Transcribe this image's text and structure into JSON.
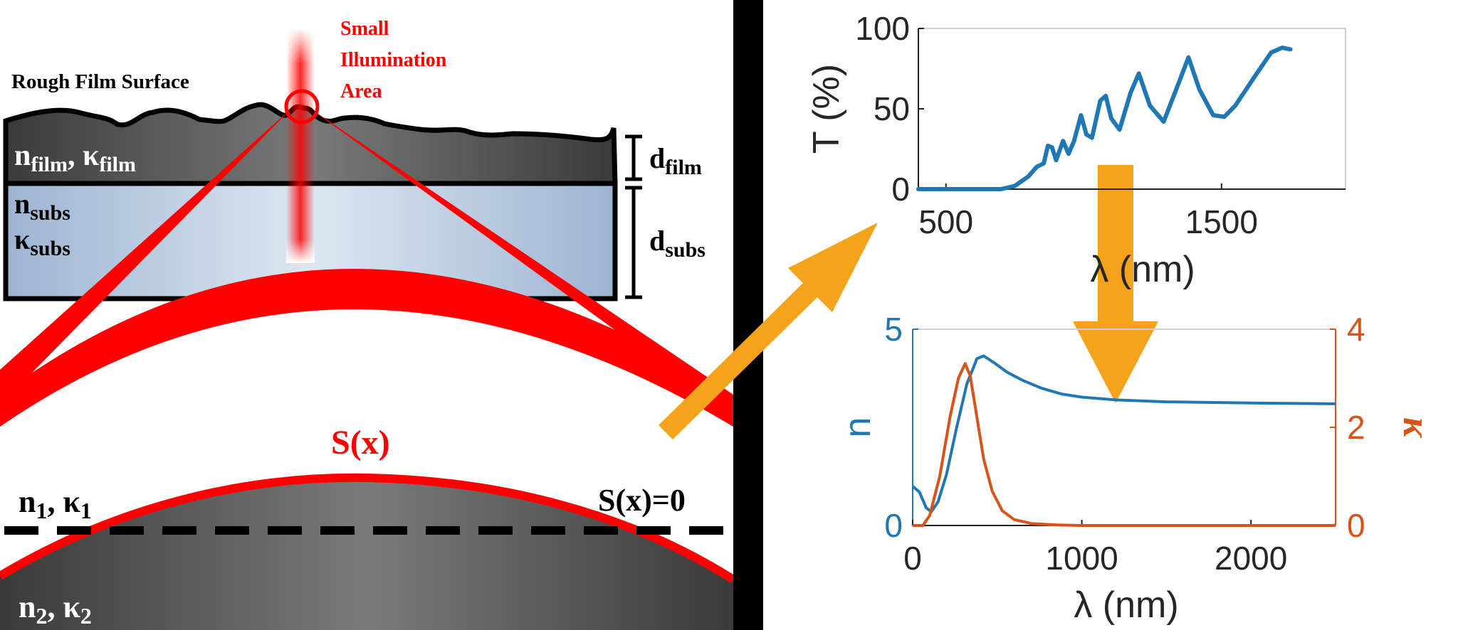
{
  "left_panel": {
    "rough_surface_label": "Rough Film Surface",
    "illumination_label_lines": [
      "Small",
      "Illumination",
      "Area"
    ],
    "film": {
      "n": "n",
      "n_sub": "film",
      "comma": ", ",
      "k": "κ",
      "k_sub": "film"
    },
    "subs": {
      "n": "n",
      "n_sub": "subs",
      "k": "κ",
      "k_sub": "subs"
    },
    "d_film": {
      "d": "d",
      "sub": "film"
    },
    "d_subs": {
      "d": "d",
      "sub": "subs"
    },
    "s_of_x": "S(x)",
    "s_zero": "S(x)=0",
    "medium1": {
      "n": "n",
      "n_sub": "1",
      "comma": ", ",
      "k": "κ",
      "k_sub": "1"
    },
    "medium2": {
      "n": "n",
      "n_sub": "2",
      "comma": ", ",
      "k": "κ",
      "k_sub": "2"
    }
  },
  "colors": {
    "red": "#ff0000",
    "orange_arrow": "#f5a31a",
    "blue_series": "#1f77b4",
    "orange_series": "#d95319",
    "film_gray": "#4a4a4a",
    "substrate_blue": "#a9bfda",
    "divider": "#000000"
  },
  "chart_data": [
    {
      "type": "line",
      "title": "",
      "xlabel": "λ (nm)",
      "ylabel": "T (%)",
      "xlim": [
        400,
        1950
      ],
      "ylim": [
        0,
        100
      ],
      "xticks": [
        "500",
        "1500"
      ],
      "xtick_values": [
        500,
        1500
      ],
      "yticks": [
        "0",
        "50",
        "100"
      ],
      "ytick_values": [
        0,
        50,
        100
      ],
      "series": [
        {
          "color": "#1f77b4",
          "points": [
            [
              400,
              0
            ],
            [
              600,
              0
            ],
            [
              700,
              0
            ],
            [
              750,
              2
            ],
            [
              800,
              8
            ],
            [
              830,
              14
            ],
            [
              855,
              16
            ],
            [
              870,
              27
            ],
            [
              885,
              26
            ],
            [
              900,
              18
            ],
            [
              925,
              30
            ],
            [
              945,
              22
            ],
            [
              965,
              30
            ],
            [
              990,
              46
            ],
            [
              1010,
              34
            ],
            [
              1030,
              32
            ],
            [
              1060,
              55
            ],
            [
              1080,
              58
            ],
            [
              1100,
              44
            ],
            [
              1130,
              37
            ],
            [
              1170,
              60
            ],
            [
              1200,
              72
            ],
            [
              1240,
              52
            ],
            [
              1290,
              42
            ],
            [
              1340,
              64
            ],
            [
              1380,
              82
            ],
            [
              1420,
              62
            ],
            [
              1470,
              46
            ],
            [
              1510,
              45
            ],
            [
              1550,
              52
            ],
            [
              1620,
              70
            ],
            [
              1680,
              85
            ],
            [
              1720,
              88
            ],
            [
              1750,
              87
            ]
          ]
        }
      ]
    },
    {
      "type": "line",
      "title": "",
      "xlabel": "λ (nm)",
      "ylabel": "n",
      "ylabel_right": "κ",
      "xlim": [
        0,
        2500
      ],
      "ylim": [
        0,
        5
      ],
      "ylim_right": [
        0,
        4
      ],
      "xticks": [
        "0",
        "1000",
        "2000"
      ],
      "xtick_values": [
        0,
        1000,
        2000
      ],
      "yticks": [
        "0",
        "5"
      ],
      "ytick_values": [
        0,
        5
      ],
      "yticks_right": [
        "0",
        "2",
        "4"
      ],
      "ytick_values_right": [
        0,
        2,
        4
      ],
      "series": [
        {
          "axis": "left",
          "color": "#1f77b4",
          "points": [
            [
              0,
              1.0
            ],
            [
              40,
              0.85
            ],
            [
              80,
              0.45
            ],
            [
              110,
              0.35
            ],
            [
              150,
              0.6
            ],
            [
              200,
              1.3
            ],
            [
              260,
              2.5
            ],
            [
              320,
              3.6
            ],
            [
              380,
              4.25
            ],
            [
              420,
              4.32
            ],
            [
              480,
              4.15
            ],
            [
              560,
              3.9
            ],
            [
              650,
              3.7
            ],
            [
              760,
              3.5
            ],
            [
              880,
              3.35
            ],
            [
              1000,
              3.27
            ],
            [
              1200,
              3.2
            ],
            [
              1500,
              3.15
            ],
            [
              2000,
              3.12
            ],
            [
              2500,
              3.1
            ]
          ]
        },
        {
          "axis": "right",
          "color": "#d95319",
          "points": [
            [
              0,
              0
            ],
            [
              60,
              0
            ],
            [
              100,
              0.2
            ],
            [
              160,
              1.0
            ],
            [
              220,
              2.2
            ],
            [
              270,
              3.0
            ],
            [
              310,
              3.3
            ],
            [
              340,
              3.05
            ],
            [
              380,
              2.2
            ],
            [
              420,
              1.35
            ],
            [
              470,
              0.7
            ],
            [
              530,
              0.3
            ],
            [
              600,
              0.12
            ],
            [
              700,
              0.04
            ],
            [
              850,
              0.01
            ],
            [
              1000,
              0
            ],
            [
              2500,
              0
            ]
          ]
        }
      ]
    }
  ]
}
